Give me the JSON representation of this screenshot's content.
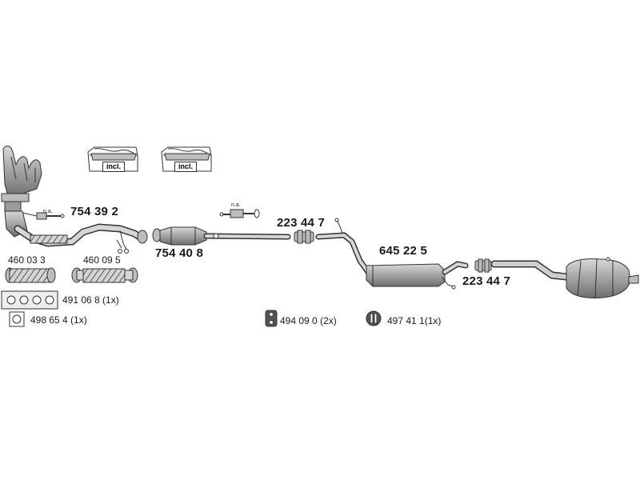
{
  "labels": {
    "pipe_front": "754 39 2",
    "cat_converter": "754 40 8",
    "clamp_1": "223 44 7",
    "middle_silencer": "645 22 5",
    "clamp_2": "223 44 7",
    "gasket_1": "460 03 3",
    "gasket_2": "460 09 5",
    "manifold_gasket": "491 06 8 (1x)",
    "flange_gasket": "498 65 4 (1x)",
    "rubber_mount_1": "494 09 0 (2x)",
    "rubber_mount_2": "497 41 1(1x)",
    "na_1": "n.a.",
    "na_2": "n.a.",
    "incl_1": "incl.",
    "incl_2": "incl."
  },
  "icons": {
    "kit_box": "kit-box-icon",
    "flange": "flange-gasket-icon",
    "mount_1": "rubber-mount-icon",
    "mount_2": "rubber-ring-icon"
  },
  "colors": {
    "stroke": "#333333",
    "fill_light": "#cfcfcf",
    "fill_dark": "#8a8a8a"
  }
}
